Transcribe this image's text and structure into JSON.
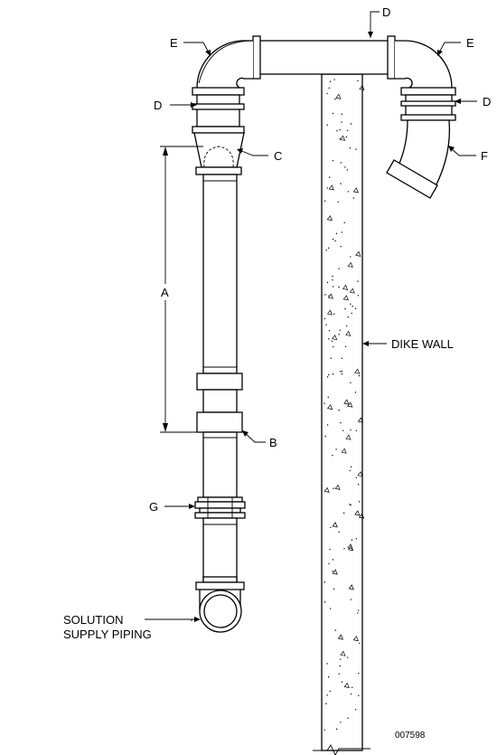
{
  "labels": {
    "d_top": "D",
    "e_left": "E",
    "e_right": "E",
    "d_left": "D",
    "d_right": "D",
    "c": "C",
    "f": "F",
    "a": "A",
    "dike_wall": "DIKE WALL",
    "b": "B",
    "g": "G",
    "solution_line1": "SOLUTION",
    "solution_line2": "SUPPLY PIPING",
    "drawing_number": "007598"
  }
}
